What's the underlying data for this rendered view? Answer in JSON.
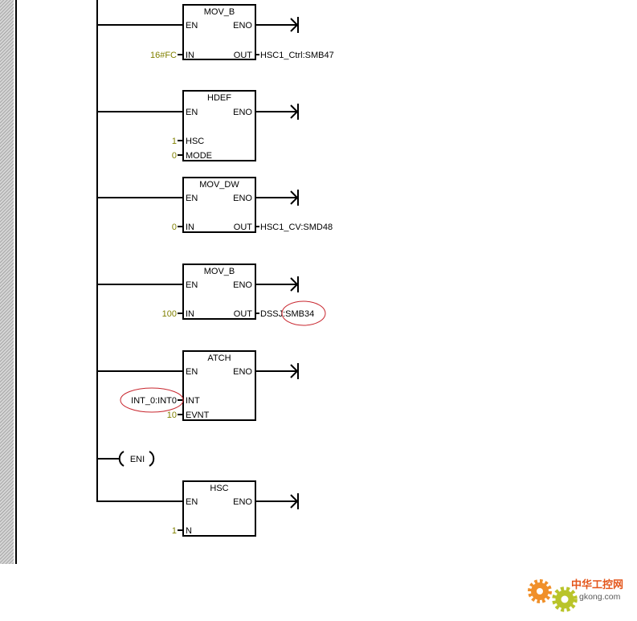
{
  "editor": {
    "blocks": [
      {
        "title": "MOV_B",
        "en": "EN",
        "eno": "ENO",
        "inputs": [
          {
            "pin": "IN",
            "operand": "16#FC"
          }
        ],
        "outputs": [
          {
            "pin": "OUT",
            "operand": "HSC1_Ctrl:SMB47"
          }
        ]
      },
      {
        "title": "HDEF",
        "en": "EN",
        "eno": "ENO",
        "inputs": [
          {
            "pin": "HSC",
            "operand": "1"
          },
          {
            "pin": "MODE",
            "operand": "0"
          }
        ]
      },
      {
        "title": "MOV_DW",
        "en": "EN",
        "eno": "ENO",
        "inputs": [
          {
            "pin": "IN",
            "operand": "0"
          }
        ],
        "outputs": [
          {
            "pin": "OUT",
            "operand": "HSC1_CV:SMD48"
          }
        ]
      },
      {
        "title": "MOV_B",
        "en": "EN",
        "eno": "ENO",
        "inputs": [
          {
            "pin": "IN",
            "operand": "100"
          }
        ],
        "outputs": [
          {
            "pin": "OUT",
            "operand": "DSSJ:SMB34"
          }
        ]
      },
      {
        "title": "ATCH",
        "en": "EN",
        "eno": "ENO",
        "inputs": [
          {
            "pin": "INT",
            "operand": "INT_0:INT0"
          },
          {
            "pin": "EVNT",
            "operand": "10"
          }
        ]
      },
      {
        "title": "HSC",
        "en": "EN",
        "eno": "ENO",
        "inputs": [
          {
            "pin": "N",
            "operand": "1"
          }
        ]
      }
    ],
    "coil": {
      "label": "ENI"
    }
  },
  "watermark": {
    "name": "中华工控网",
    "domain": "gkong.com"
  },
  "icons": {
    "eno_terminal": "output-arrow-icon",
    "watermark": "gear-icon"
  },
  "colors": {
    "line": "#000000",
    "constant": "#808000",
    "annotation": "#c8262e",
    "watermark_text": "#e4561b",
    "domain_text": "#5a5a5a",
    "gear_orange": "#f0902a",
    "gear_green": "#b9c42a",
    "hatch": "#8c8c8c"
  }
}
